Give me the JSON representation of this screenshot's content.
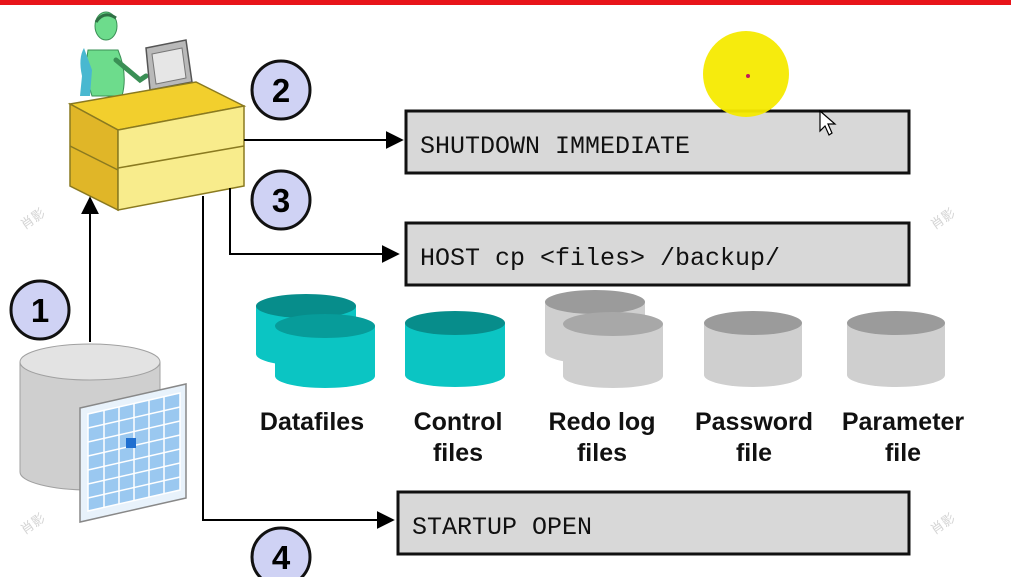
{
  "steps": [
    "1",
    "2",
    "3",
    "4"
  ],
  "commands": {
    "shutdown": "SHUTDOWN IMMEDIATE",
    "host": "HOST cp <files> /backup/",
    "startup": "STARTUP OPEN"
  },
  "files": [
    {
      "line1": "Datafiles",
      "line2": ""
    },
    {
      "line1": "Control",
      "line2": "files"
    },
    {
      "line1": "Redo log",
      "line2": "files"
    },
    {
      "line1": "Password",
      "line2": "file"
    },
    {
      "line1": "Parameter",
      "line2": "file"
    }
  ],
  "watermark": "肖影",
  "colors": {
    "top_bar": "#e8141a",
    "circle_fill": "#cfd2f4",
    "cmd_box_fill": "#d8d8d8",
    "teal": "#0bc5c3",
    "teal_dark": "#078d8b",
    "gray": "#cfcfcf",
    "gray_dark": "#9b9b9b",
    "desk_yellow": "#f6e06b",
    "cursor_highlight": "#f5ea00"
  }
}
